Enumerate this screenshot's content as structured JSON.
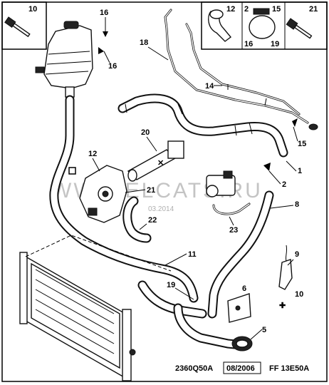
{
  "callouts": {
    "c10_top": "10",
    "c16_a": "16",
    "c16_b": "16",
    "c12_top": "12",
    "c2_top": "2",
    "c15_top": "15",
    "c16_box": "16",
    "c19_box": "19",
    "c21_top": "21",
    "c18": "18",
    "c14": "14",
    "c15_right": "15",
    "c1": "1",
    "c20": "20",
    "c12_left": "12",
    "c2_mid": "2",
    "c21_mid": "21",
    "c22": "22",
    "c8": "8",
    "c23": "23",
    "c11": "11",
    "c9": "9",
    "c19": "19",
    "c6": "6",
    "c10_right": "10",
    "c5": "5"
  },
  "footer": {
    "code": "2360Q50A",
    "date": "08/2006",
    "ref": "FF 13E50A"
  },
  "watermark": {
    "site": "WWW.ELCATS.RU",
    "date": "03.2014"
  }
}
